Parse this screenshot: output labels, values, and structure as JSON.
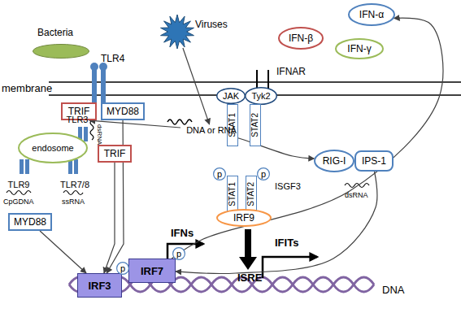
{
  "diagram": {
    "nodes": [
      {
        "text": [
          "Bacteria"
        ]
      },
      {
        "text": [
          "Viruses"
        ]
      },
      {
        "text": [
          "IFN-α"
        ]
      },
      {
        "text": [
          "IFN-β"
        ]
      },
      {
        "text": [
          "IFN-γ"
        ]
      },
      {
        "text": [
          "TLR4"
        ]
      },
      {
        "text": [
          "TRIF"
        ]
      },
      {
        "text": [
          "MYD88"
        ]
      },
      {
        "text": [
          "IFNAR"
        ]
      },
      {
        "text": [
          "JAK"
        ]
      },
      {
        "text": [
          "Tyk2"
        ]
      },
      {
        "text": [
          "STAT1"
        ]
      },
      {
        "text": [
          "STAT2"
        ]
      },
      {
        "text": [
          "DNA or RNA"
        ]
      },
      {
        "text": [
          "TRIF"
        ]
      },
      {
        "text": [
          "TLR3"
        ]
      },
      {
        "text": [
          "endosome"
        ]
      },
      {
        "text": [
          "TLR9"
        ]
      },
      {
        "text": [
          "TLR7/8"
        ]
      },
      {
        "text": [
          "MYD88"
        ]
      },
      {
        "text": [
          "RIG-I"
        ]
      },
      {
        "text": [
          "IPS-1"
        ]
      },
      {
        "text": [
          "p"
        ]
      },
      {
        "text": [
          "STAT1"
        ]
      },
      {
        "text": [
          "STAT2"
        ]
      },
      {
        "text": [
          "p"
        ]
      },
      {
        "text": [
          "IRF9"
        ]
      },
      {
        "text": [
          "p"
        ]
      },
      {
        "text": [
          "IRF3"
        ]
      },
      {
        "text": [
          "IRF7"
        ]
      },
      {
        "text": [
          "p"
        ]
      }
    ],
    "edges": [
      {
        "from": 1,
        "to": 13,
        "arrow": "to"
      },
      {
        "from": 13,
        "to": 15,
        "arrow": "to"
      },
      {
        "from": 13,
        "to": 20,
        "arrow": "to"
      },
      {
        "from": 7,
        "to": 28,
        "arrow": "to"
      },
      {
        "from": 14,
        "to": 28,
        "arrow": "to"
      },
      {
        "from": 19,
        "to": 28,
        "arrow": "to"
      },
      {
        "from": 21,
        "to": 29,
        "arrow": "to"
      },
      {
        "from": 29,
        "to": 2,
        "arrow": "to"
      }
    ],
    "labels": [
      "membrane",
      "dsRNA",
      "CpGDNA",
      "ssRNA",
      "ISGF3",
      "dsRNA",
      "IFNs",
      "IFITs",
      "ISRE",
      "DNA"
    ]
  }
}
